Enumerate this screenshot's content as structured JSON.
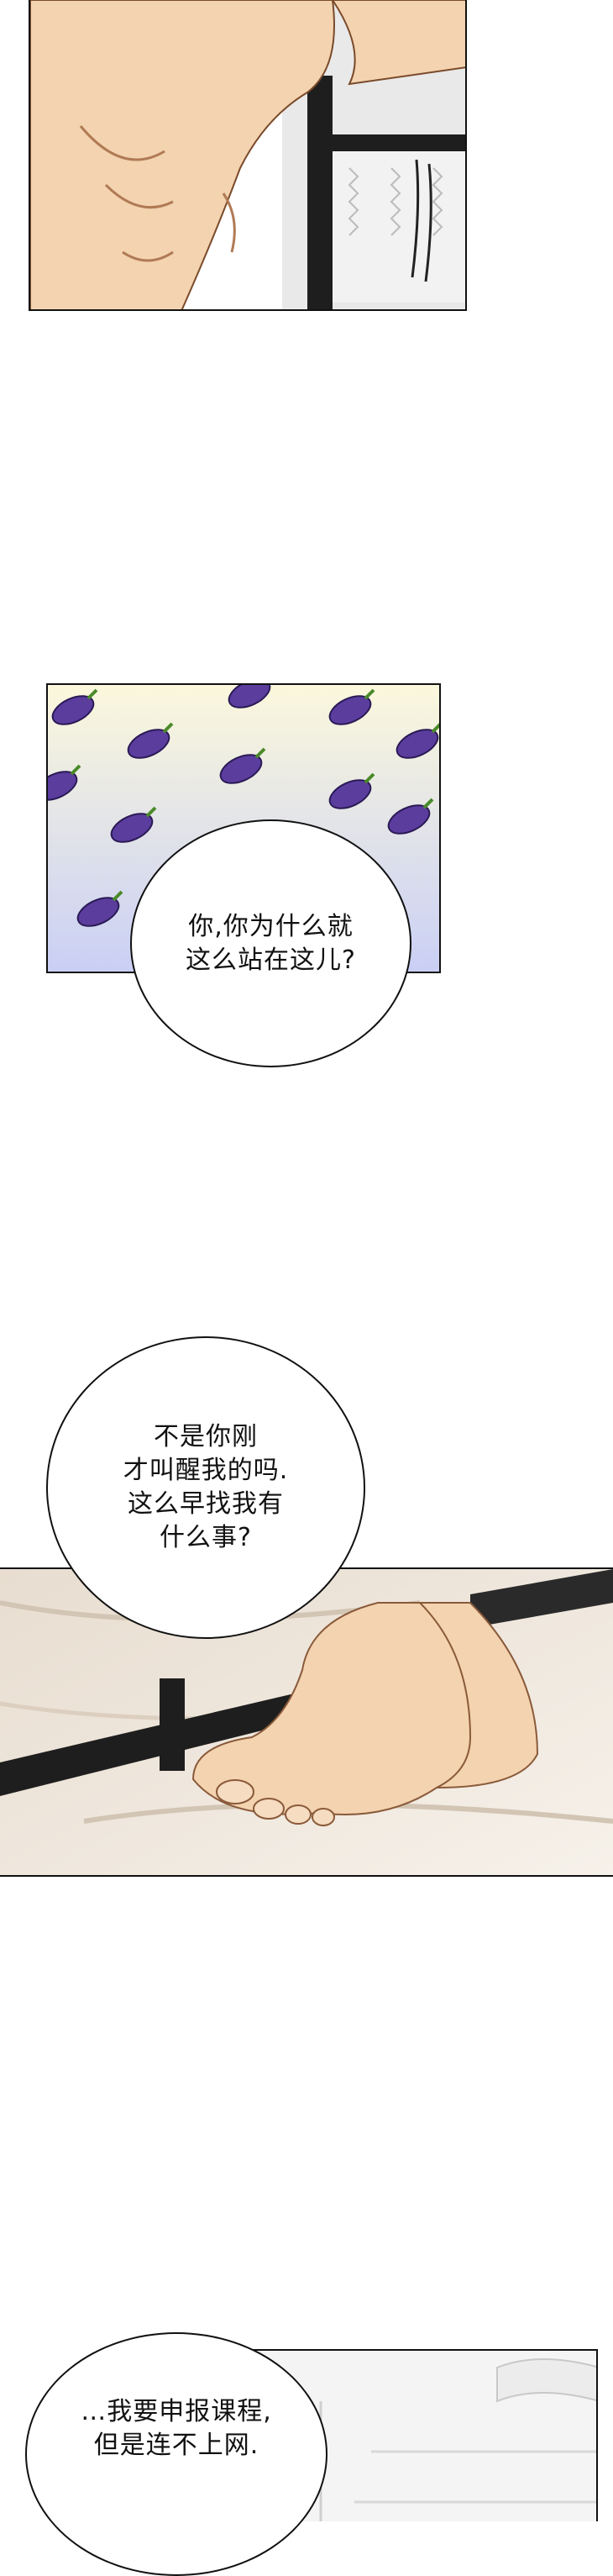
{
  "panels": [
    {
      "description": "torso"
    },
    {
      "description": "eggplant-pattern"
    },
    {
      "description": "feet"
    },
    {
      "description": "room"
    }
  ],
  "bubbles": [
    {
      "text": "你,你为什么就\n这么站在这儿?"
    },
    {
      "text": "不是你刚\n才叫醒我的吗.\n这么早找我有\n什么事?"
    },
    {
      "text": "…我要申报课程,\n但是连不上网."
    }
  ],
  "colors": {
    "skin": "#f3d3b0",
    "eggplant": "#5b3d9e",
    "frame": "#111111"
  }
}
